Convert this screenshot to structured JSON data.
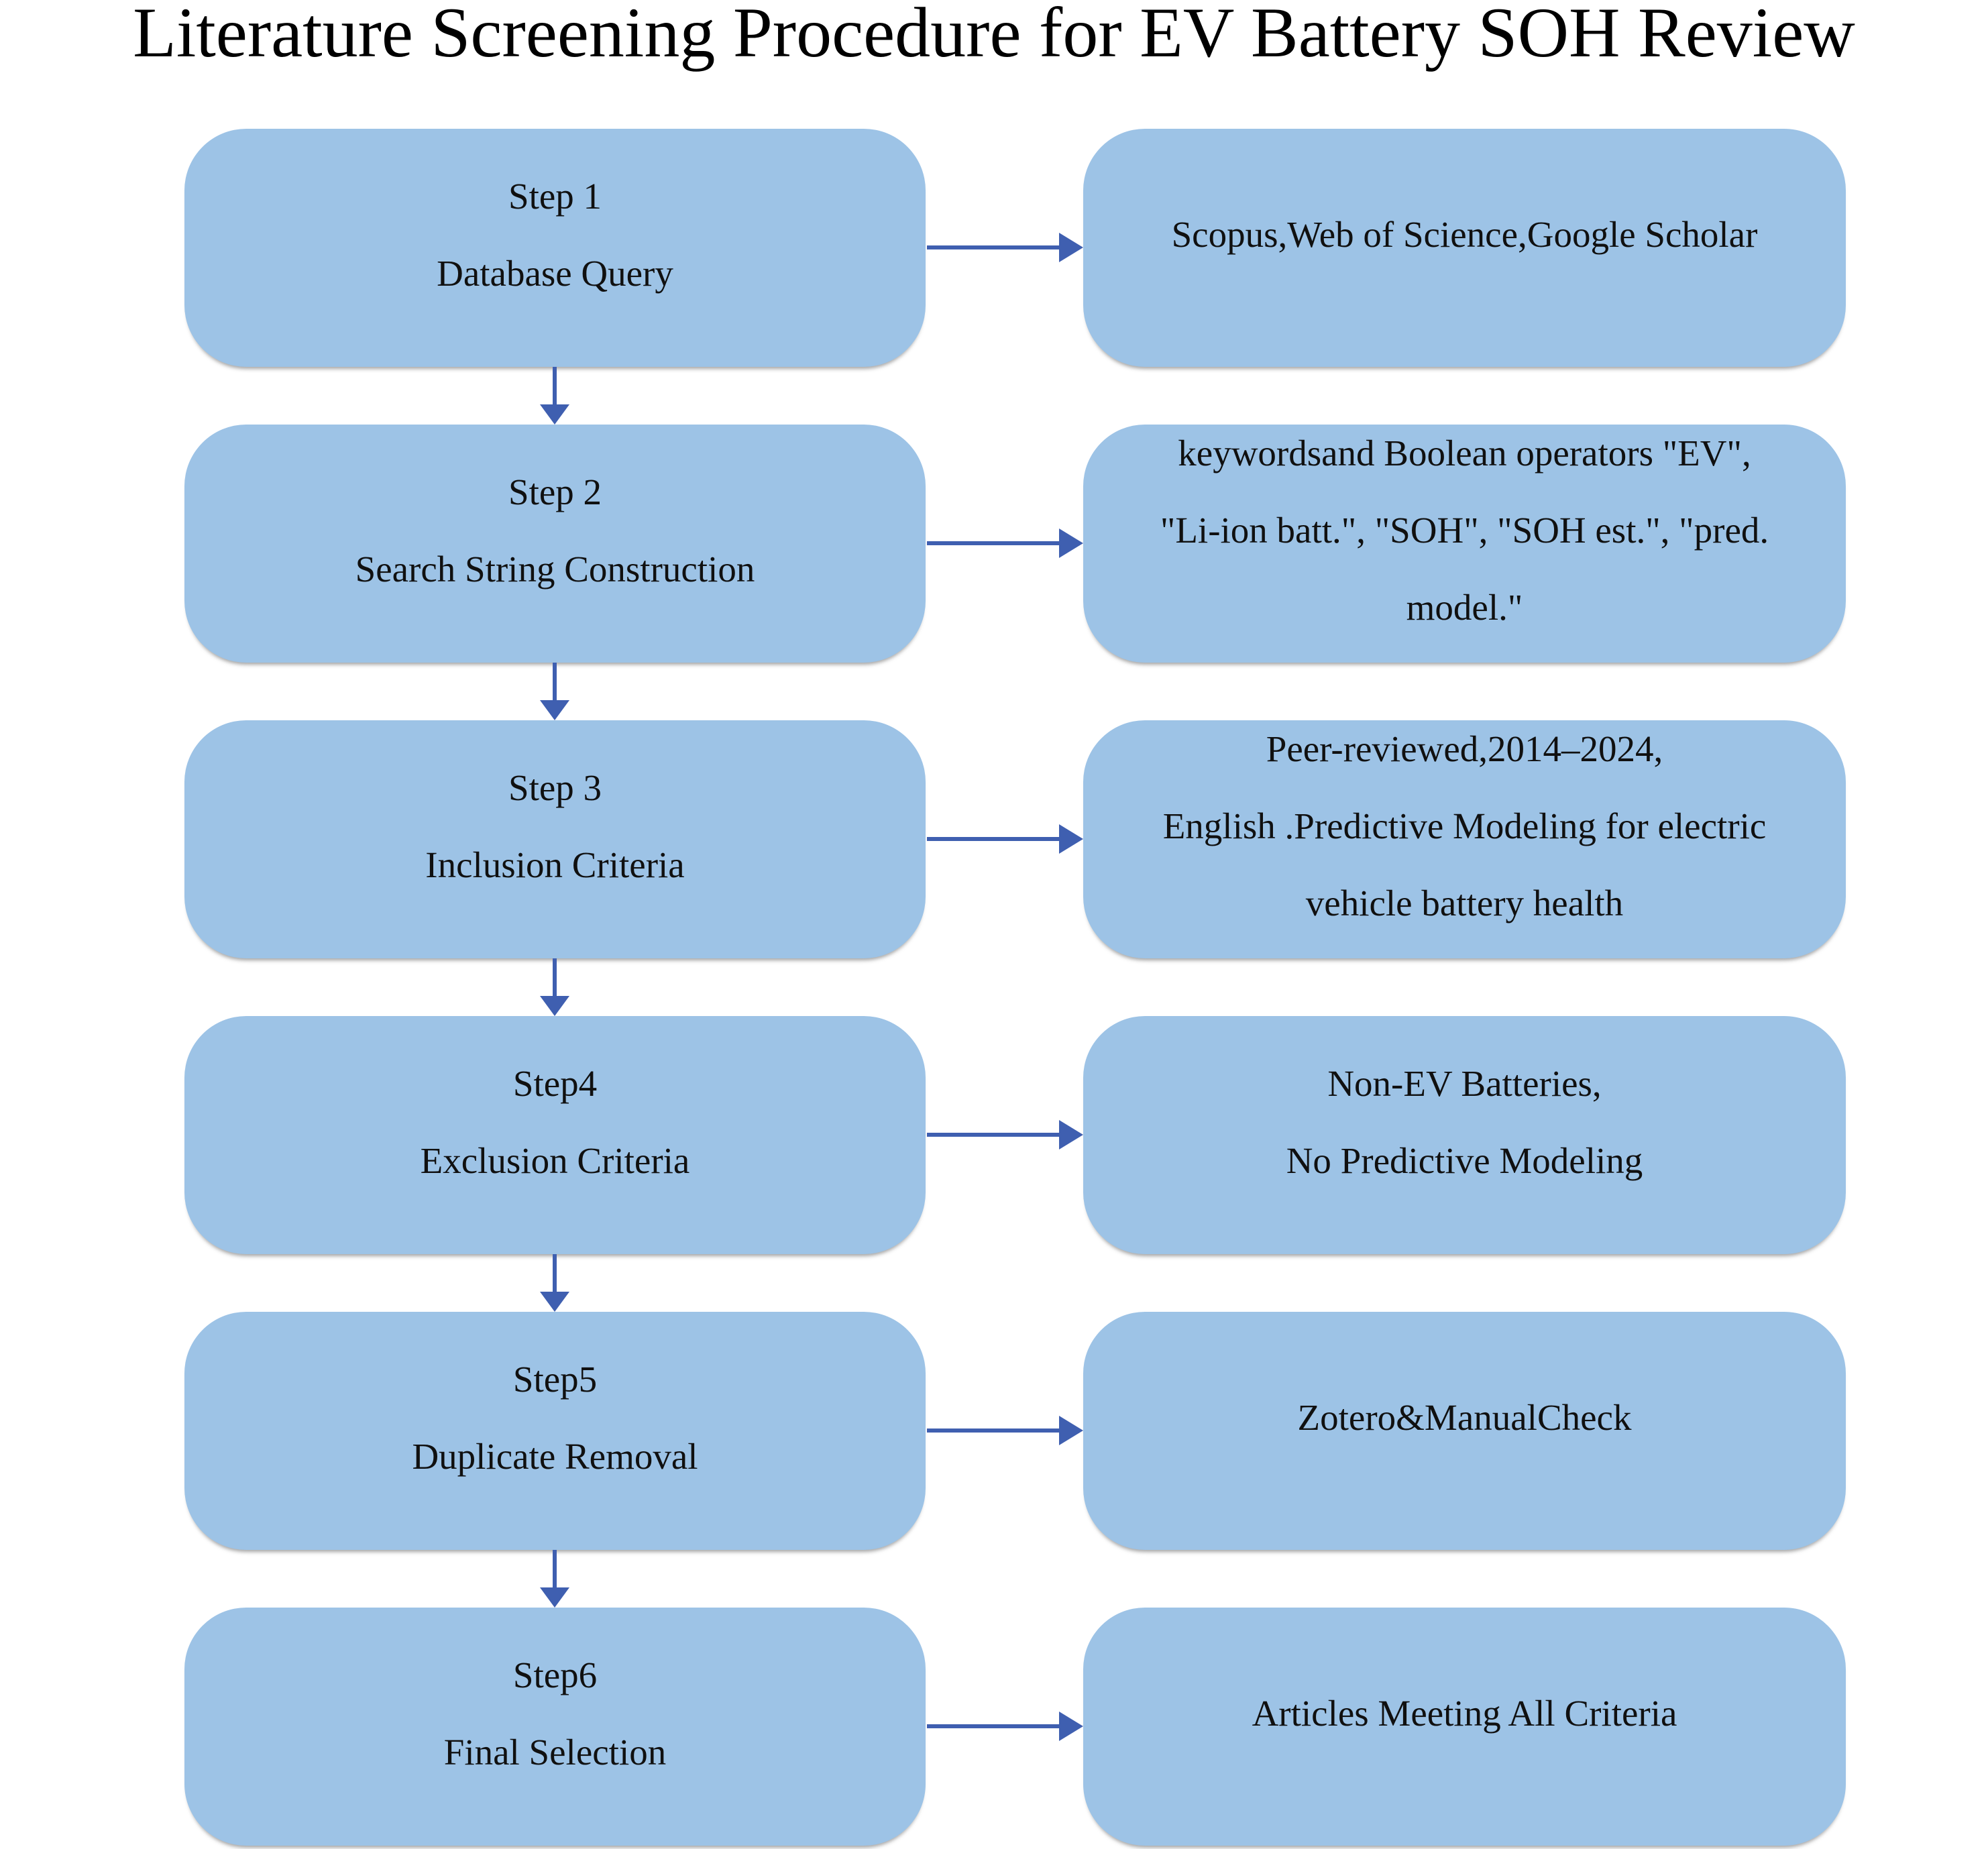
{
  "title": "Literature Screening Procedure for EV Battery SOH Review",
  "colors": {
    "box_fill": "#9DC3E6",
    "arrow": "#3F5FB0",
    "text": "#101010"
  },
  "flow": {
    "rows": [
      {
        "step_line1": "Step 1",
        "step_line2": "Database Query",
        "right_lines": [
          "Scopus,Web of Science,Google Scholar"
        ]
      },
      {
        "step_line1": "Step 2",
        "step_line2": "Search String Construction",
        "right_lines": [
          "keywordsand Boolean operators \"EV\",",
          "\"Li-ion batt.\", \"SOH\", \"SOH est.\", \"pred.",
          "model.\""
        ]
      },
      {
        "step_line1": "Step 3",
        "step_line2": "Inclusion Criteria",
        "right_lines": [
          "Peer-reviewed,2014–2024,",
          "English .Predictive Modeling for electric",
          "vehicle battery health"
        ]
      },
      {
        "step_line1": "Step4",
        "step_line2": "Exclusion Criteria",
        "right_lines": [
          "Non-EV Batteries,",
          "No Predictive Modeling"
        ]
      },
      {
        "step_line1": "Step5",
        "step_line2": "Duplicate Removal",
        "right_lines": [
          "Zotero&ManualCheck"
        ]
      },
      {
        "step_line1": "Step6",
        "step_line2": "Final Selection",
        "right_lines": [
          "Articles Meeting All Criteria"
        ]
      }
    ]
  }
}
